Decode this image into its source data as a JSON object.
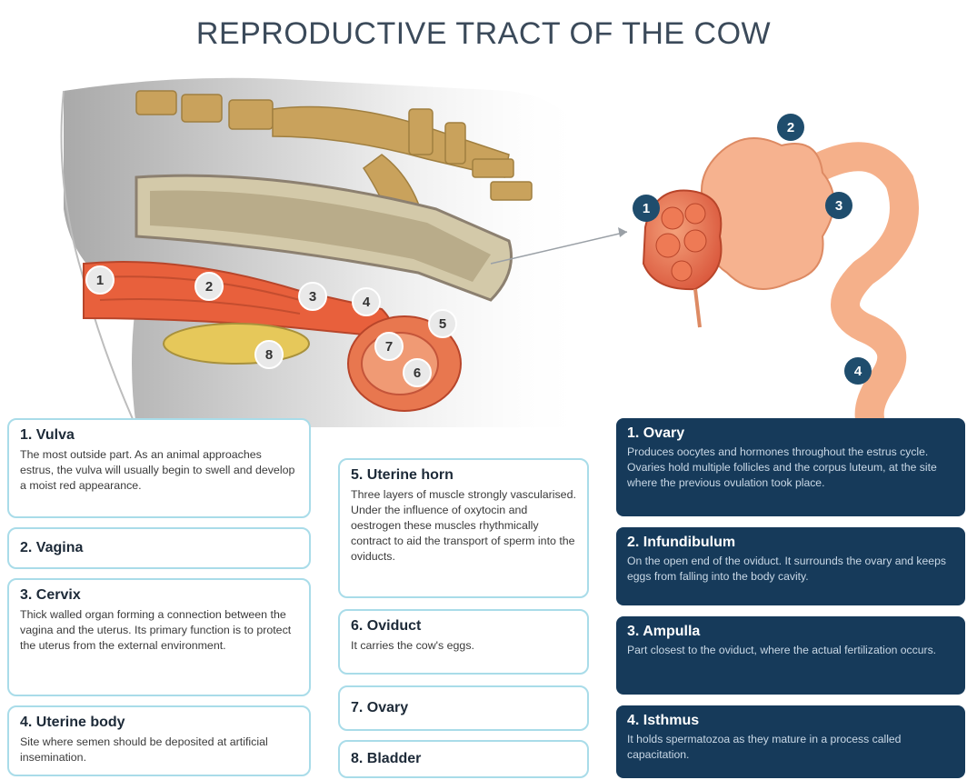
{
  "title": "REPRODUCTIVE TRACT OF THE COW",
  "markers_left": [
    "1",
    "2",
    "3",
    "4",
    "5",
    "6",
    "7",
    "8"
  ],
  "markers_right": [
    "1",
    "2",
    "3",
    "4"
  ],
  "colors": {
    "dark_panel": "#163a5a",
    "light_border": "#a9dce9",
    "tract": "#e8603c",
    "bone": "#c9a25c"
  },
  "left_panels": [
    {
      "heading": "1. Vulva",
      "text": "The most outside part. As an animal approaches estrus, the vulva will usually begin to swell and develop a moist red appearance."
    },
    {
      "heading": "2. Vagina",
      "text": ""
    },
    {
      "heading": "3. Cervix",
      "text": "Thick walled organ forming a connection between the vagina and the uterus. Its primary function is to protect the uterus from the external environment."
    },
    {
      "heading": "4. Uterine body",
      "text": "Site where semen should be deposited at artificial insemination."
    }
  ],
  "middle_panels": [
    {
      "heading": "5. Uterine horn",
      "text": "Three layers of muscle strongly vascularised. Under the influence of oxytocin and oestrogen these muscles rhythmically contract to aid the transport of sperm into the oviducts."
    },
    {
      "heading": "6. Oviduct",
      "text": "It carries the cow's eggs."
    },
    {
      "heading": "7. Ovary",
      "text": ""
    },
    {
      "heading": "8. Bladder",
      "text": ""
    }
  ],
  "right_panels": [
    {
      "heading": "1. Ovary",
      "text": "Produces oocytes and hormones throughout the estrus cycle. Ovaries hold multiple follicles and the corpus luteum, at the site where the previous ovulation took place."
    },
    {
      "heading": "2. Infundibulum",
      "text": "On the open end of the oviduct. It surrounds the ovary and keeps eggs from falling into the body cavity."
    },
    {
      "heading": "3. Ampulla",
      "text": "Part closest to the oviduct, where the actual fertilization occurs."
    },
    {
      "heading": "4. Isthmus",
      "text": "It holds spermatozoa as they mature in a process called capacitation."
    }
  ]
}
